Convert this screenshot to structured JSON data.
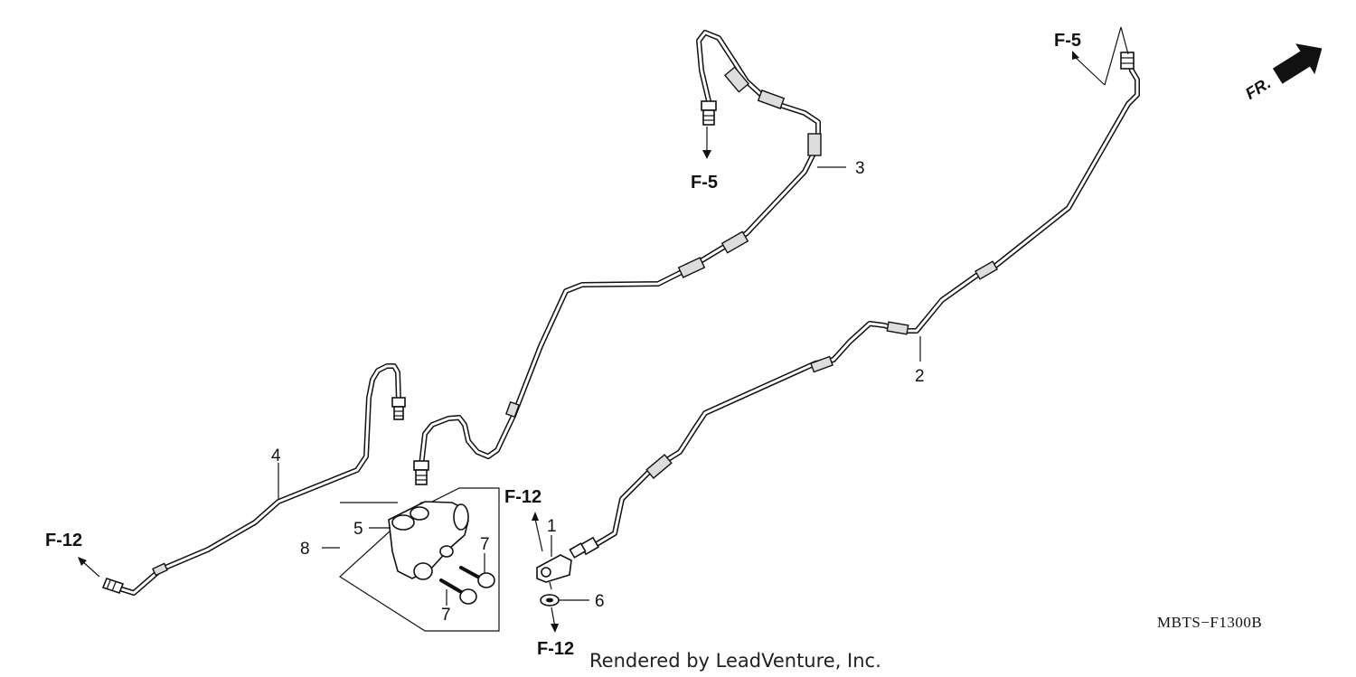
{
  "diagram": {
    "callouts": {
      "p1": "1",
      "p2": "2",
      "p3": "3",
      "p4": "4",
      "p5": "5",
      "p6": "6",
      "p7a": "7",
      "p7b": "7",
      "p8": "8"
    },
    "refs": {
      "f5_top_right": "F-5",
      "f5_mid": "F-5",
      "f12_left": "F-12",
      "f12_center_upper": "F-12",
      "f12_center_lower": "F-12"
    },
    "direction_label": "FR.",
    "diagram_code": "MBTS−F1300B",
    "credit": "Rendered by LeadVenture, Inc."
  }
}
